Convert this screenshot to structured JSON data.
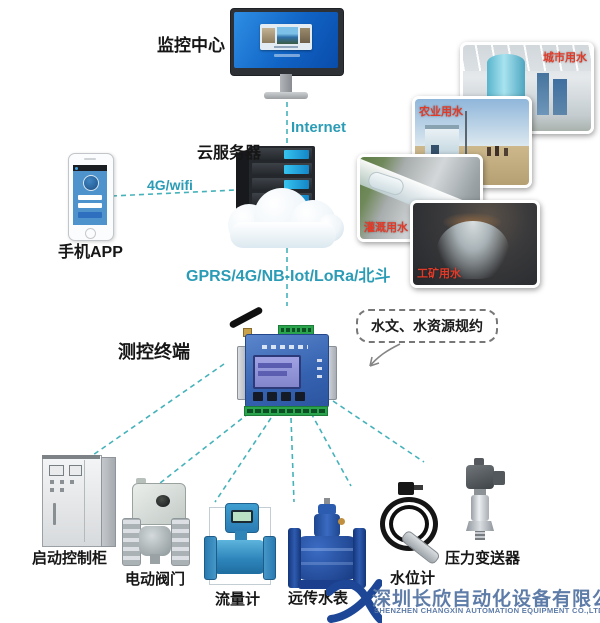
{
  "diagram": {
    "monitoring_center_label": "监控中心",
    "cloud_server_label": "云服务器",
    "mobile_app_label": "手机APP",
    "terminal_label": "测控终端",
    "bubble_label": "水文、水资源规约",
    "link_internet": "Internet",
    "link_wifi": "4G/wifi",
    "link_wan": "GPRS/4G/NB-Iot/LoRa/北斗",
    "photos": [
      {
        "label": "城市用水"
      },
      {
        "label": "农业用水"
      },
      {
        "label": "灌溉用水"
      },
      {
        "label": "工矿用水"
      }
    ],
    "devices": [
      {
        "label": "启动控制柜"
      },
      {
        "label": "电动阀门"
      },
      {
        "label": "流量计"
      },
      {
        "label": "远传水表"
      },
      {
        "label": "水位计"
      },
      {
        "label": "压力变送器"
      }
    ],
    "footer": {
      "company_cn": "深圳长欣自动化设备有限公司",
      "company_en": "SHENZHEN CHANGXIN AUTOMATION EQUIPMENT CO.,LTD"
    },
    "colors": {
      "accent_teal": "#2b9cb6",
      "dashed_line": "#45b2ba",
      "photo_label_red": "#e23a28",
      "logo_blue": "#1d4796",
      "company_text": "#5e7ca8",
      "terminal_body_blue": "#3562b0"
    }
  }
}
